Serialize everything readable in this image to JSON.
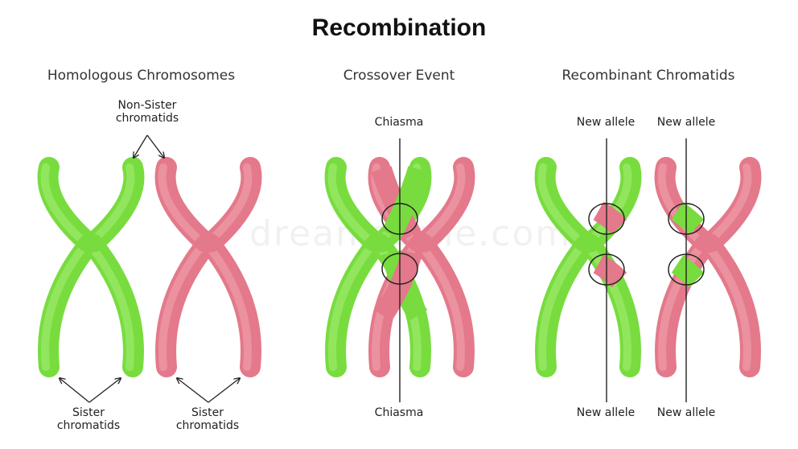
{
  "title": "Recombination",
  "colors": {
    "green": "#78dc3e",
    "green_light": "#a8ee78",
    "pink": "#e3798a",
    "pink_light": "#f2a6b2",
    "line": "#222222"
  },
  "panels": {
    "homologous": {
      "heading": "Homologous Chromosomes",
      "non_sister_label": "Non-Sister chromatids",
      "sister_label_left": "Sister chromatids",
      "sister_label_right": "Sister chromatids"
    },
    "crossover": {
      "heading": "Crossover Event",
      "chiasma_top": "Chiasma",
      "chiasma_bottom": "Chiasma"
    },
    "recombinant": {
      "heading": "Recombinant Chromatids",
      "new_allele_top_left": "New allele",
      "new_allele_top_right": "New allele",
      "new_allele_bottom_left": "New allele",
      "new_allele_bottom_right": "New allele"
    }
  },
  "watermark": "dreamstime.com"
}
